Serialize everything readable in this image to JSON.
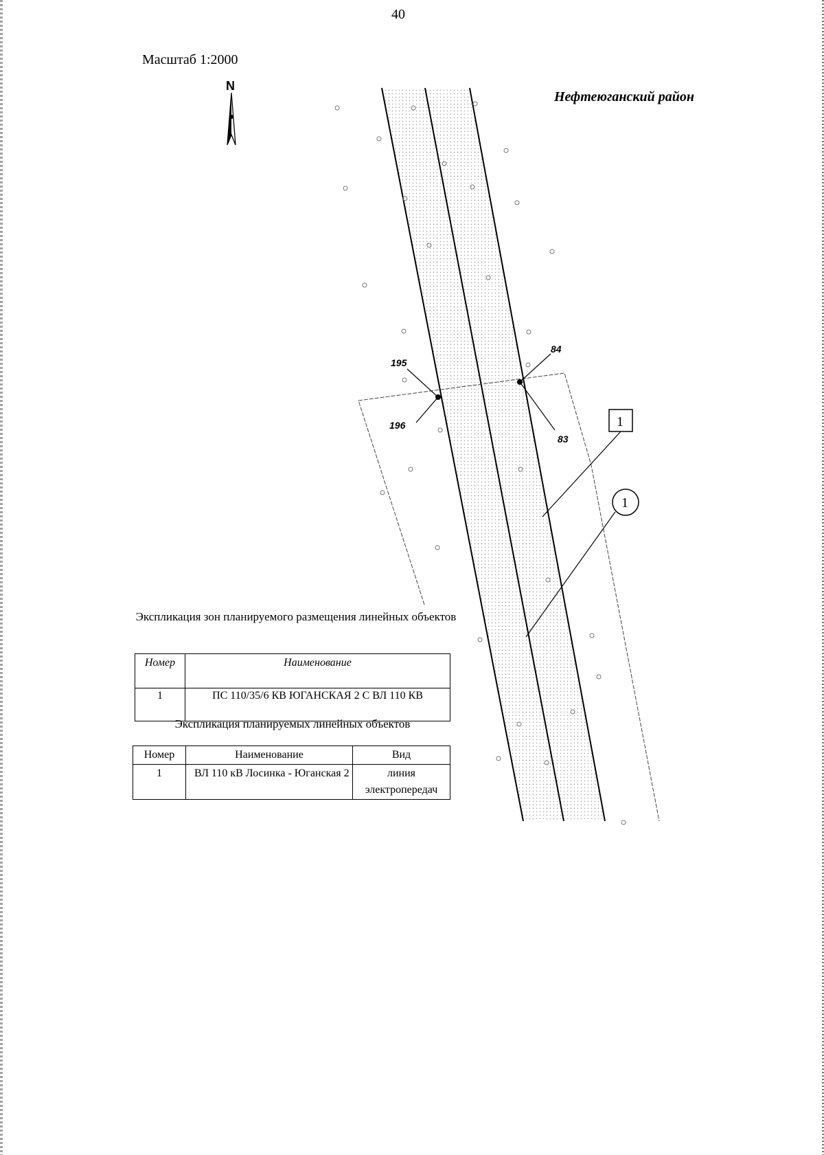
{
  "page": {
    "number": "40",
    "scale": "Масштаб 1:2000",
    "district": "Нефтеюганский район"
  },
  "map": {
    "north_label": "N",
    "points": [
      {
        "id": "195",
        "label": "195"
      },
      {
        "id": "196",
        "label": "196"
      },
      {
        "id": "84",
        "label": "84"
      },
      {
        "id": "83",
        "label": "83"
      }
    ],
    "zone_marker": "1",
    "object_marker": "1"
  },
  "table1": {
    "title": "Экспликация зон планируемого размещения линейных объектов",
    "headers": [
      "Номер",
      "Наименование"
    ],
    "rows": [
      [
        "1",
        "ПС 110/35/6 КВ ЮГАНСКАЯ 2 С ВЛ 110 КВ"
      ]
    ]
  },
  "table2": {
    "title": "Экспликация планируемых линейных объектов",
    "headers": [
      "Номер",
      "Наименование",
      "Вид"
    ],
    "rows": [
      [
        "1",
        "ВЛ 110 кВ Лосинка - Юганская 2",
        "линия электропередач"
      ]
    ]
  }
}
